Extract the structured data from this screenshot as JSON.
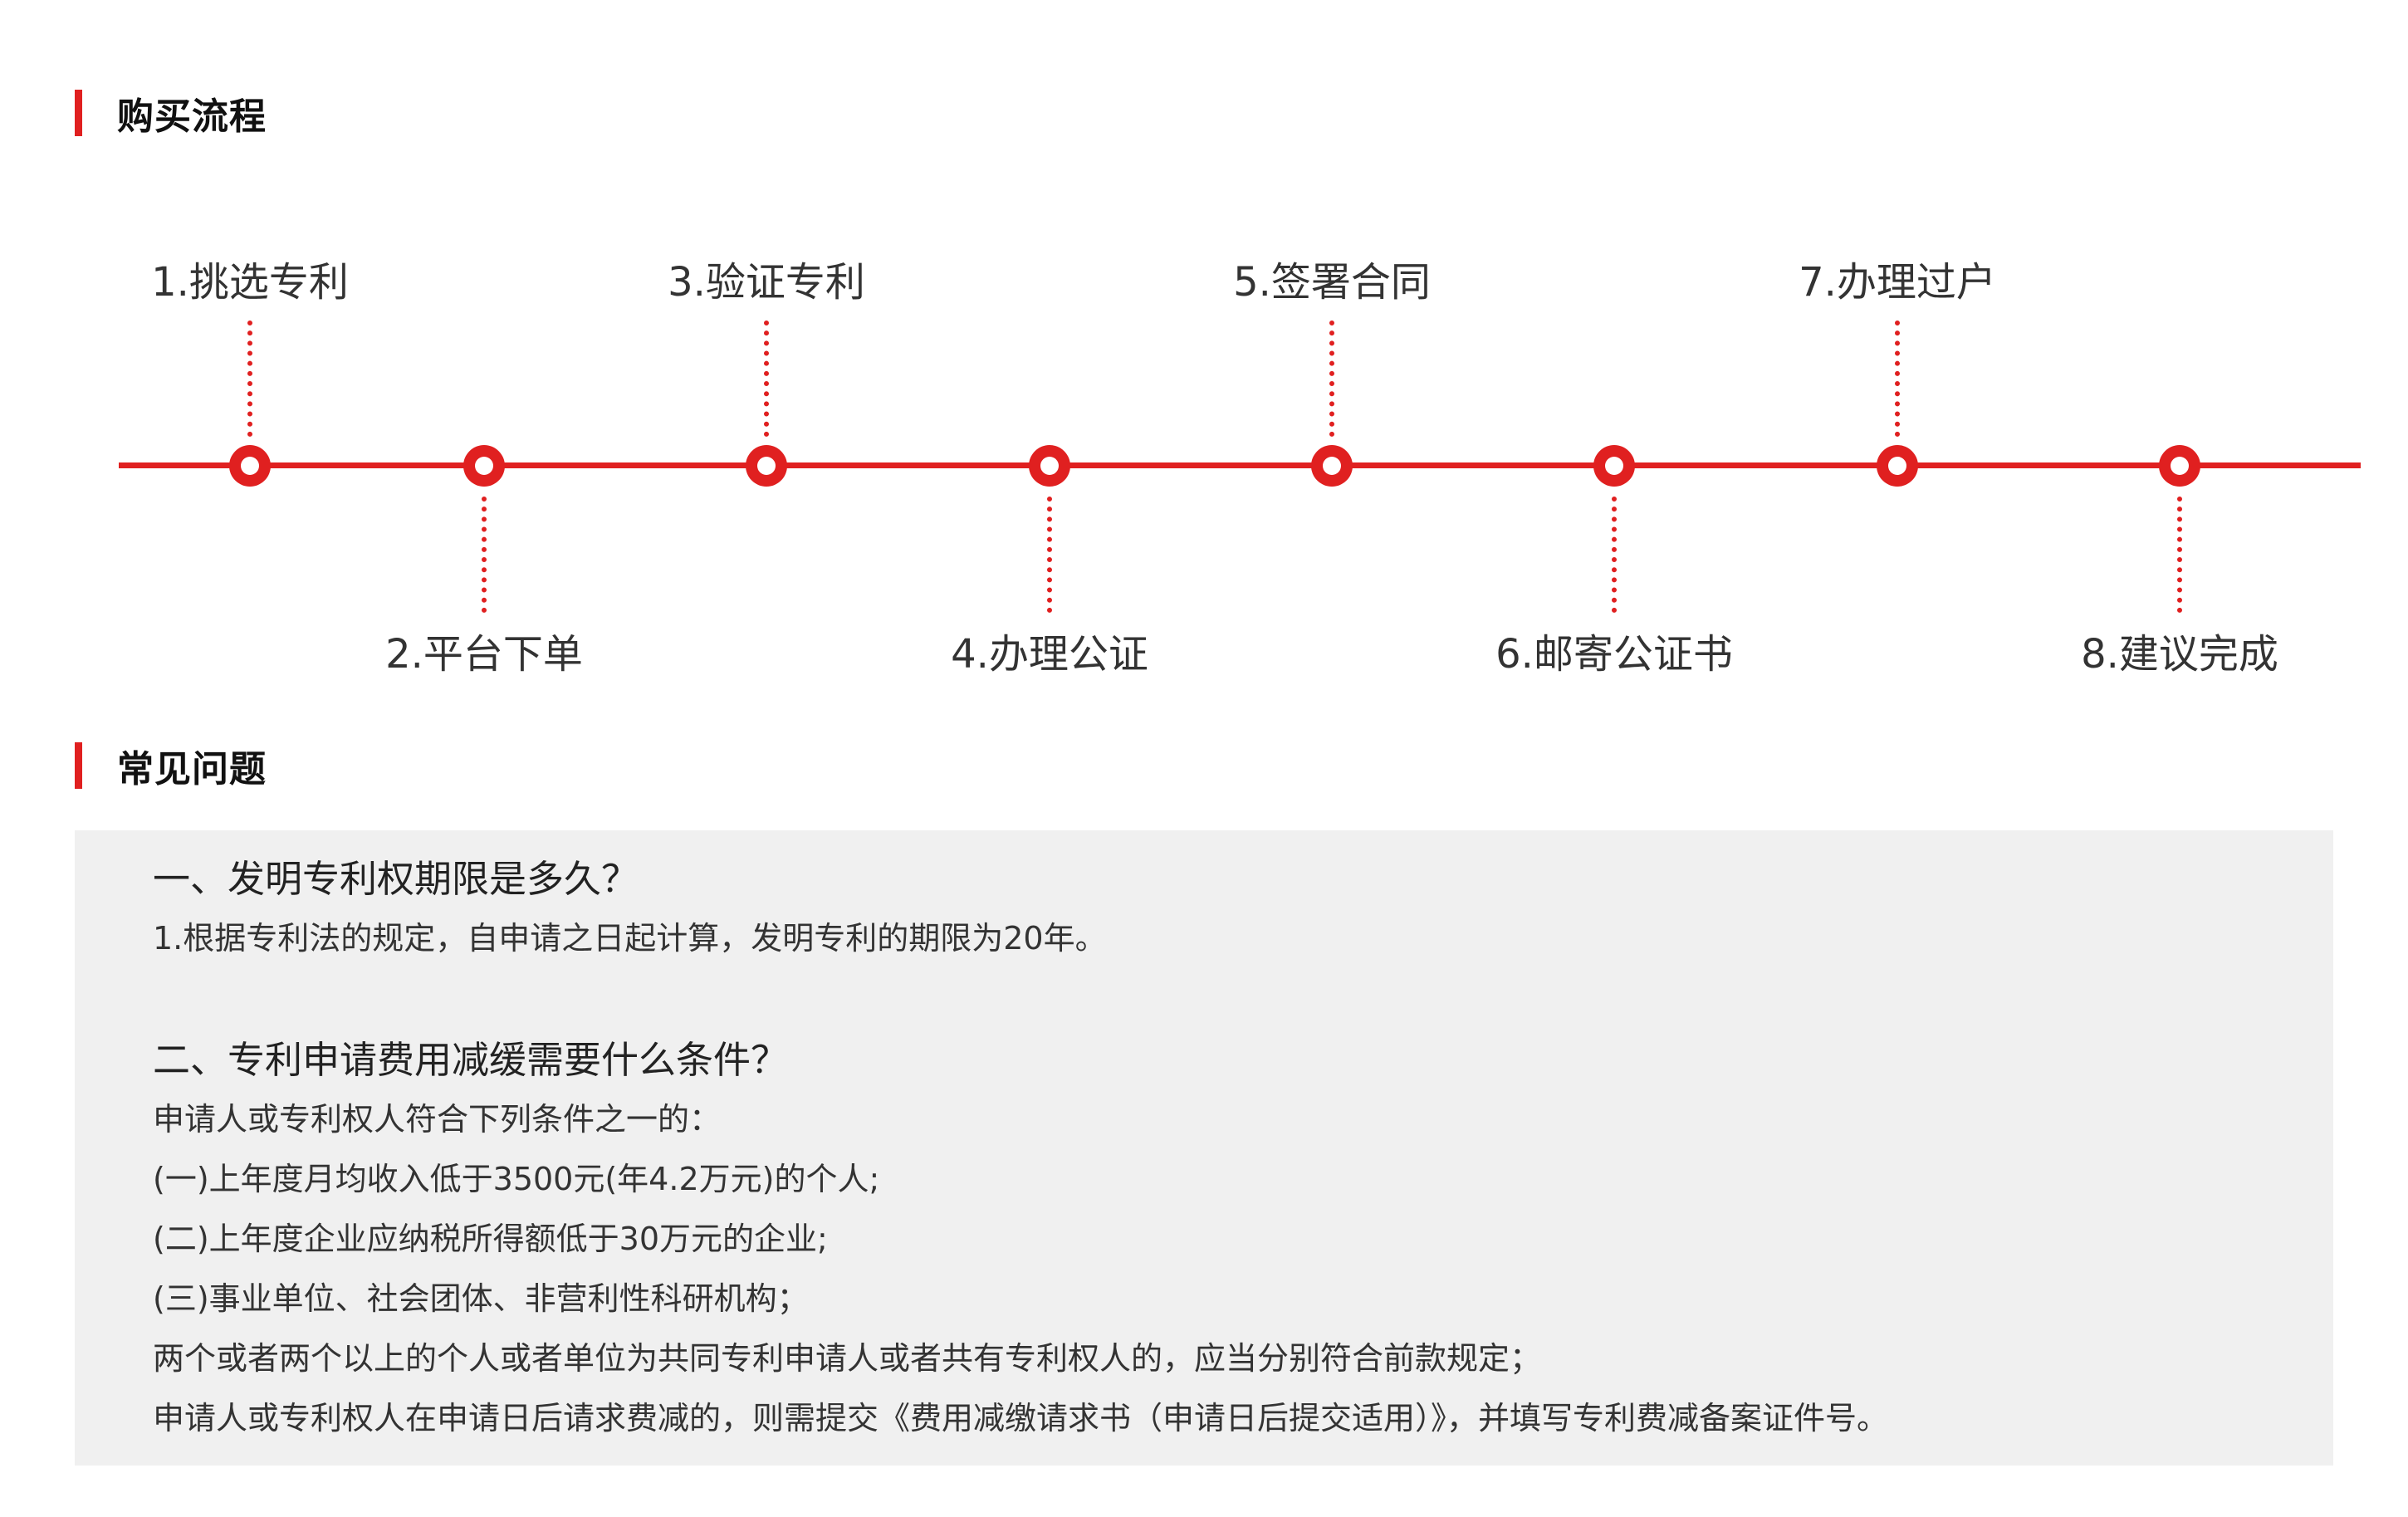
{
  "purchase_process": {
    "title": "购买流程",
    "steps": [
      {
        "label": "1.挑选专利"
      },
      {
        "label": "2.平台下单"
      },
      {
        "label": "3.验证专利"
      },
      {
        "label": "4.办理公证"
      },
      {
        "label": "5.签署合同"
      },
      {
        "label": "6.邮寄公证书"
      },
      {
        "label": "7.办理过户"
      },
      {
        "label": "8.建议完成"
      }
    ],
    "accent_color": "#e02020"
  },
  "faq": {
    "title": "常见问题",
    "items": [
      {
        "question": "一、发明专利权期限是多久？",
        "lines": [
          "1.根据专利法的规定，自申请之日起计算，发明专利的期限为20年。"
        ]
      },
      {
        "question": "二、专利申请费用减缓需要什么条件？",
        "lines": [
          "申请人或专利权人符合下列条件之一的：",
          "(一)上年度月均收入低于3500元(年4.2万元)的个人;",
          "(二)上年度企业应纳税所得额低于30万元的企业;",
          "(三)事业单位、社会团体、非营利性科研机构；",
          "两个或者两个以上的个人或者单位为共同专利申请人或者共有专利权人的，应当分别符合前款规定；",
          "申请人或专利权人在申请日后请求费减的，则需提交《费用减缴请求书（申请日后提交适用）》，并填写专利费减备案证件号。"
        ]
      }
    ]
  }
}
